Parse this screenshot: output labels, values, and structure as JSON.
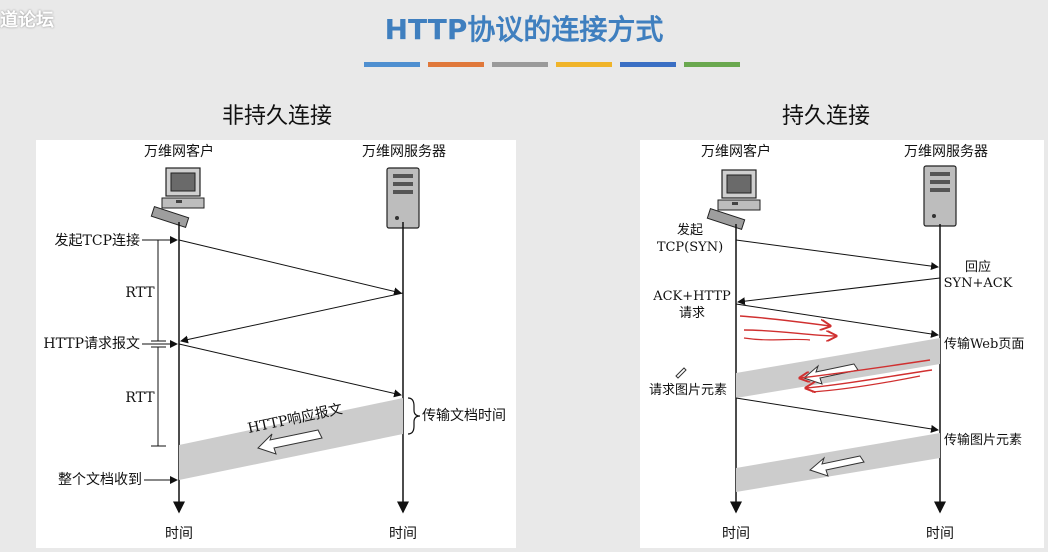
{
  "watermark": "道论坛",
  "main_title": "HTTP协议的连接方式",
  "accent_colors": [
    "#4f8fd0",
    "#e0783a",
    "#9a9a9a",
    "#f0b429",
    "#3a6fc4",
    "#6aa84f"
  ],
  "left": {
    "title": "非持久连接",
    "client_label": "万维网客户",
    "server_label": "万维网服务器",
    "step_tcp": "发起TCP连接",
    "rtt1": "RTT",
    "step_http_request": "HTTP请求报文",
    "rtt2": "RTT",
    "response_label": "HTTP响应报文",
    "transfer_time": "传输文档时间",
    "doc_received": "整个文档收到",
    "time_client": "时间",
    "time_server": "时间"
  },
  "right": {
    "title": "持久连接",
    "client_label": "万维网客户",
    "server_label": "万维网服务器",
    "syn_1": "发起",
    "syn_2": "TCP(SYN)",
    "synack_1": "回应",
    "synack_2": "SYN+ACK",
    "ack_http_1": "ACK+HTTP",
    "ack_http_2": "请求",
    "web_page": "传输Web页面",
    "request_image": "请求图片元素",
    "image_transfer": "传输图片元素",
    "time_client": "时间",
    "time_server": "时间"
  }
}
